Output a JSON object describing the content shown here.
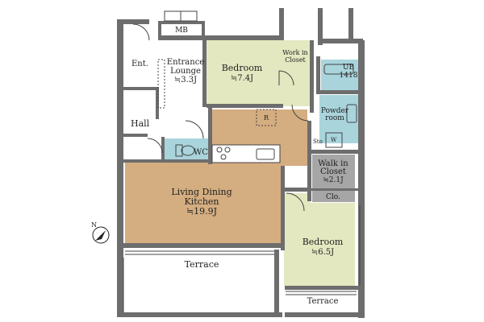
{
  "plan": {
    "colors": {
      "ldk": "#d4ad80",
      "bedroom": "#e3e8c0",
      "wet": "#a9d4dc",
      "closet": "#a6a6a6",
      "white": "#ffffff",
      "wall": "#6d6d6d",
      "compass": "#222222"
    },
    "rooms": {
      "mb": "MB",
      "ent": "Ent.",
      "lounge_line1": "Entrance",
      "lounge_line2": "Lounge",
      "lounge_size": "≒3.3J",
      "hall": "Hall",
      "wc": "WC",
      "bed1_name": "Bedroom",
      "bed1_size": "≒7.4J",
      "wic_top_line1": "Work in",
      "wic_top_line2": "Closet",
      "ub_name": "UB",
      "ub_code": "1418",
      "powder_line1": "Powder",
      "powder_line2": "room",
      "sto": "Sto",
      "w": "W",
      "r": "R",
      "wic_line1": "Walk in",
      "wic_line2": "Closet",
      "wic_size": "≒2.1J",
      "clo": "Clo.",
      "ldk_line1": "Living Dining",
      "ldk_line2": "Kitchen",
      "ldk_size": "≒19.9J",
      "bed2_name": "Bedroom",
      "bed2_size": "≒6.5J",
      "terrace_main": "Terrace",
      "terrace_small": "Terrace"
    },
    "compass_label": "N",
    "icons": [
      "compass-arrow-icon",
      "toilet-icon",
      "bathtub-icon",
      "sink-icon",
      "stove-icon",
      "washer-icon",
      "door-swing-icon"
    ]
  }
}
